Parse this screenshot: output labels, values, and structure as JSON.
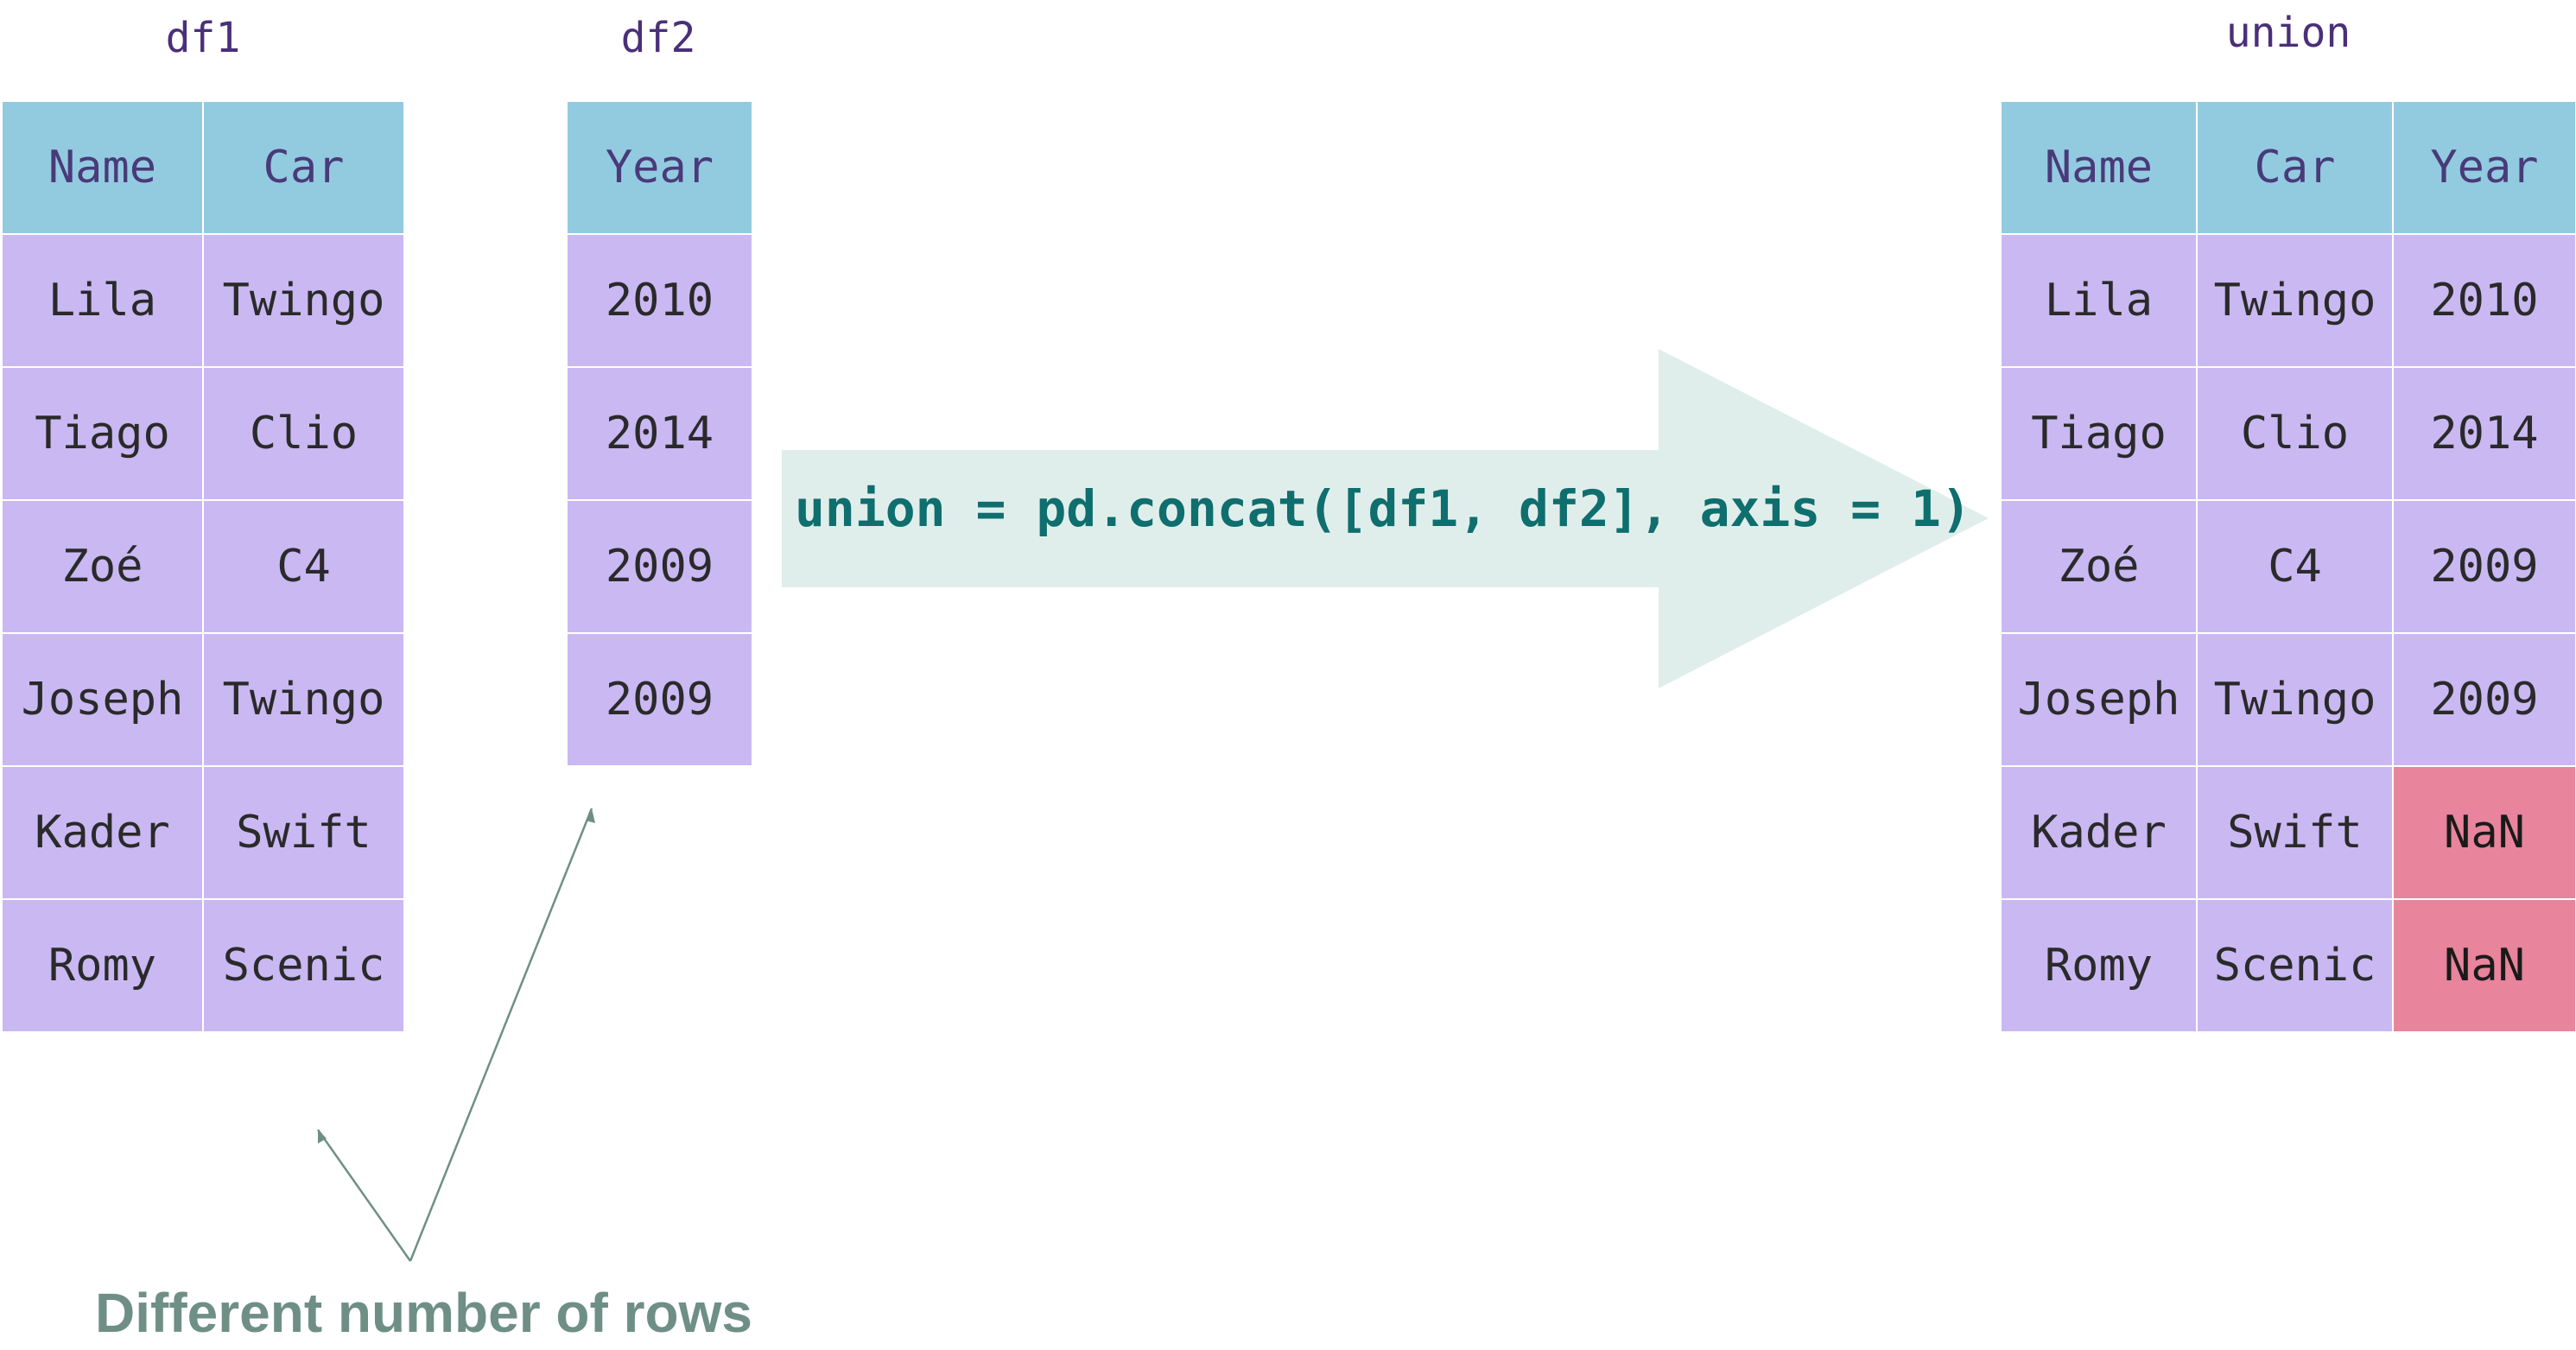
{
  "df1": {
    "caption": "df1",
    "columns": [
      "Name",
      "Car"
    ],
    "rows": [
      [
        "Lila",
        "Twingo"
      ],
      [
        "Tiago",
        "Clio"
      ],
      [
        "Zoé",
        "C4"
      ],
      [
        "Joseph",
        "Twingo"
      ],
      [
        "Kader",
        "Swift"
      ],
      [
        "Romy",
        "Scenic"
      ]
    ]
  },
  "df2": {
    "caption": "df2",
    "columns": [
      "Year"
    ],
    "rows": [
      [
        "2010"
      ],
      [
        "2014"
      ],
      [
        "2009"
      ],
      [
        "2009"
      ]
    ]
  },
  "union": {
    "caption": "union",
    "columns": [
      "Name",
      "Car",
      "Year"
    ],
    "rows": [
      [
        "Lila",
        "Twingo",
        "2010"
      ],
      [
        "Tiago",
        "Clio",
        "2014"
      ],
      [
        "Zoé",
        "C4",
        "2009"
      ],
      [
        "Joseph",
        "Twingo",
        "2009"
      ],
      [
        "Kader",
        "Swift",
        "NaN"
      ],
      [
        "Romy",
        "Scenic",
        "NaN"
      ]
    ]
  },
  "operation": {
    "code": "union = pd.concat([df1, df2], axis = 1)"
  },
  "annotation": {
    "text": "Different number of rows"
  },
  "colors": {
    "header": "#92cbe0",
    "cell": "#cab8f3",
    "missing": "#e8849c",
    "arrow": "#e0eeeb",
    "code": "#0f6e6e",
    "annotation": "#6f8f86"
  }
}
